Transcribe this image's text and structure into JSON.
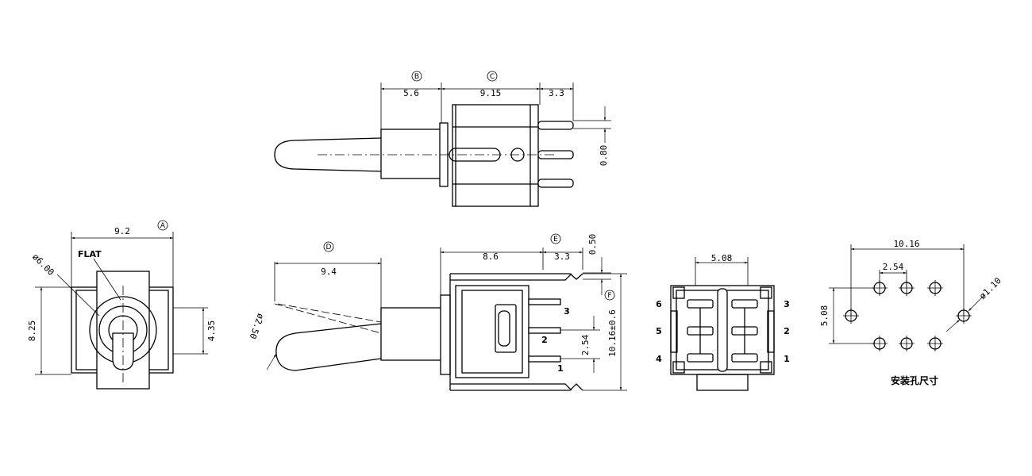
{
  "top_view": {
    "refs": [
      "B",
      "C"
    ],
    "dims": [
      "5.6",
      "9.15",
      "3.3",
      "0.80"
    ]
  },
  "front_view": {
    "ref": "A",
    "label_flat": "FLAT",
    "dims": [
      "9.2",
      "ø6.00",
      "8.25",
      "4.35"
    ]
  },
  "side_view": {
    "refs": [
      "D",
      "E",
      "F"
    ],
    "dims": [
      "9.4",
      "ø2.50",
      "8.6",
      "3.3",
      "0.50",
      "10.16±0.6",
      "2.54"
    ],
    "pins": [
      "3",
      "2",
      "1"
    ]
  },
  "bottom_view": {
    "dim": "5.08",
    "pins_left": [
      "6",
      "5",
      "4"
    ],
    "pins_right": [
      "3",
      "2",
      "1"
    ]
  },
  "hole_pattern": {
    "dims": [
      "10.16",
      "2.54",
      "5.08",
      "ø1.10"
    ],
    "caption": "安装孔尺寸"
  }
}
